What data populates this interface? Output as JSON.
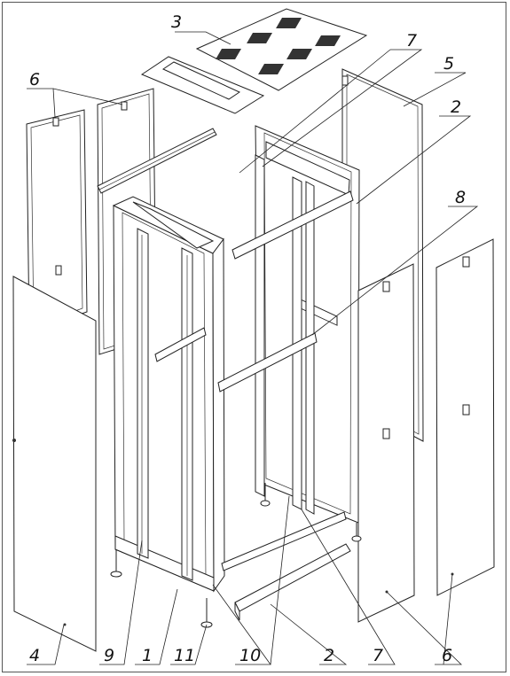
{
  "callouts": {
    "c1": "1",
    "c2a": "2",
    "c2b": "2",
    "c3": "3",
    "c4": "4",
    "c5": "5",
    "c6a": "6",
    "c6b": "6",
    "c7a": "7",
    "c7b": "7",
    "c8": "8",
    "c9": "9",
    "c10": "10",
    "c11": "11"
  },
  "colors": {
    "line": "#222222",
    "background": "#ffffff"
  }
}
